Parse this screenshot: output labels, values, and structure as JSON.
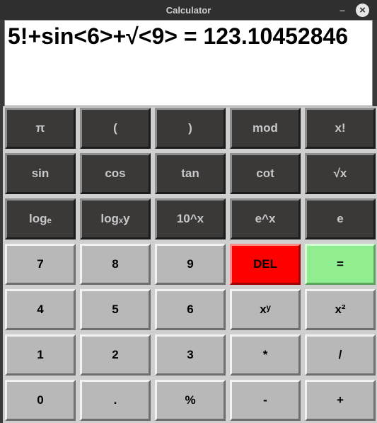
{
  "window": {
    "title": "Calculator",
    "minimize_label": "–",
    "close_label": "×"
  },
  "display": {
    "expression": "5!+sin<6>+√<9> = 123.10452846"
  },
  "buttons": {
    "pi": "π",
    "open_paren": "(",
    "close_paren": ")",
    "mod": "mod",
    "factorial": "x!",
    "sin": "sin",
    "cos": "cos",
    "tan": "tan",
    "cot": "cot",
    "sqrt": "√x",
    "loge": "logₑ",
    "logxy": "logₓy",
    "pow10": "10^x",
    "exp": "e^x",
    "e": "e",
    "seven": "7",
    "eight": "8",
    "nine": "9",
    "del": "DEL",
    "equals": "=",
    "four": "4",
    "five": "5",
    "six": "6",
    "power": "xʸ",
    "square": "x²",
    "one": "1",
    "two": "2",
    "three": "3",
    "multiply": "*",
    "divide": "/",
    "zero": "0",
    "dot": ".",
    "percent": "%",
    "minus": "-",
    "plus": "+"
  },
  "colors": {
    "dark_button": "#3b3838",
    "light_button": "#b8b8b8",
    "delete_button": "#ff0000",
    "equals_button": "#90ee90",
    "titlebar": "#2f2f2f"
  }
}
